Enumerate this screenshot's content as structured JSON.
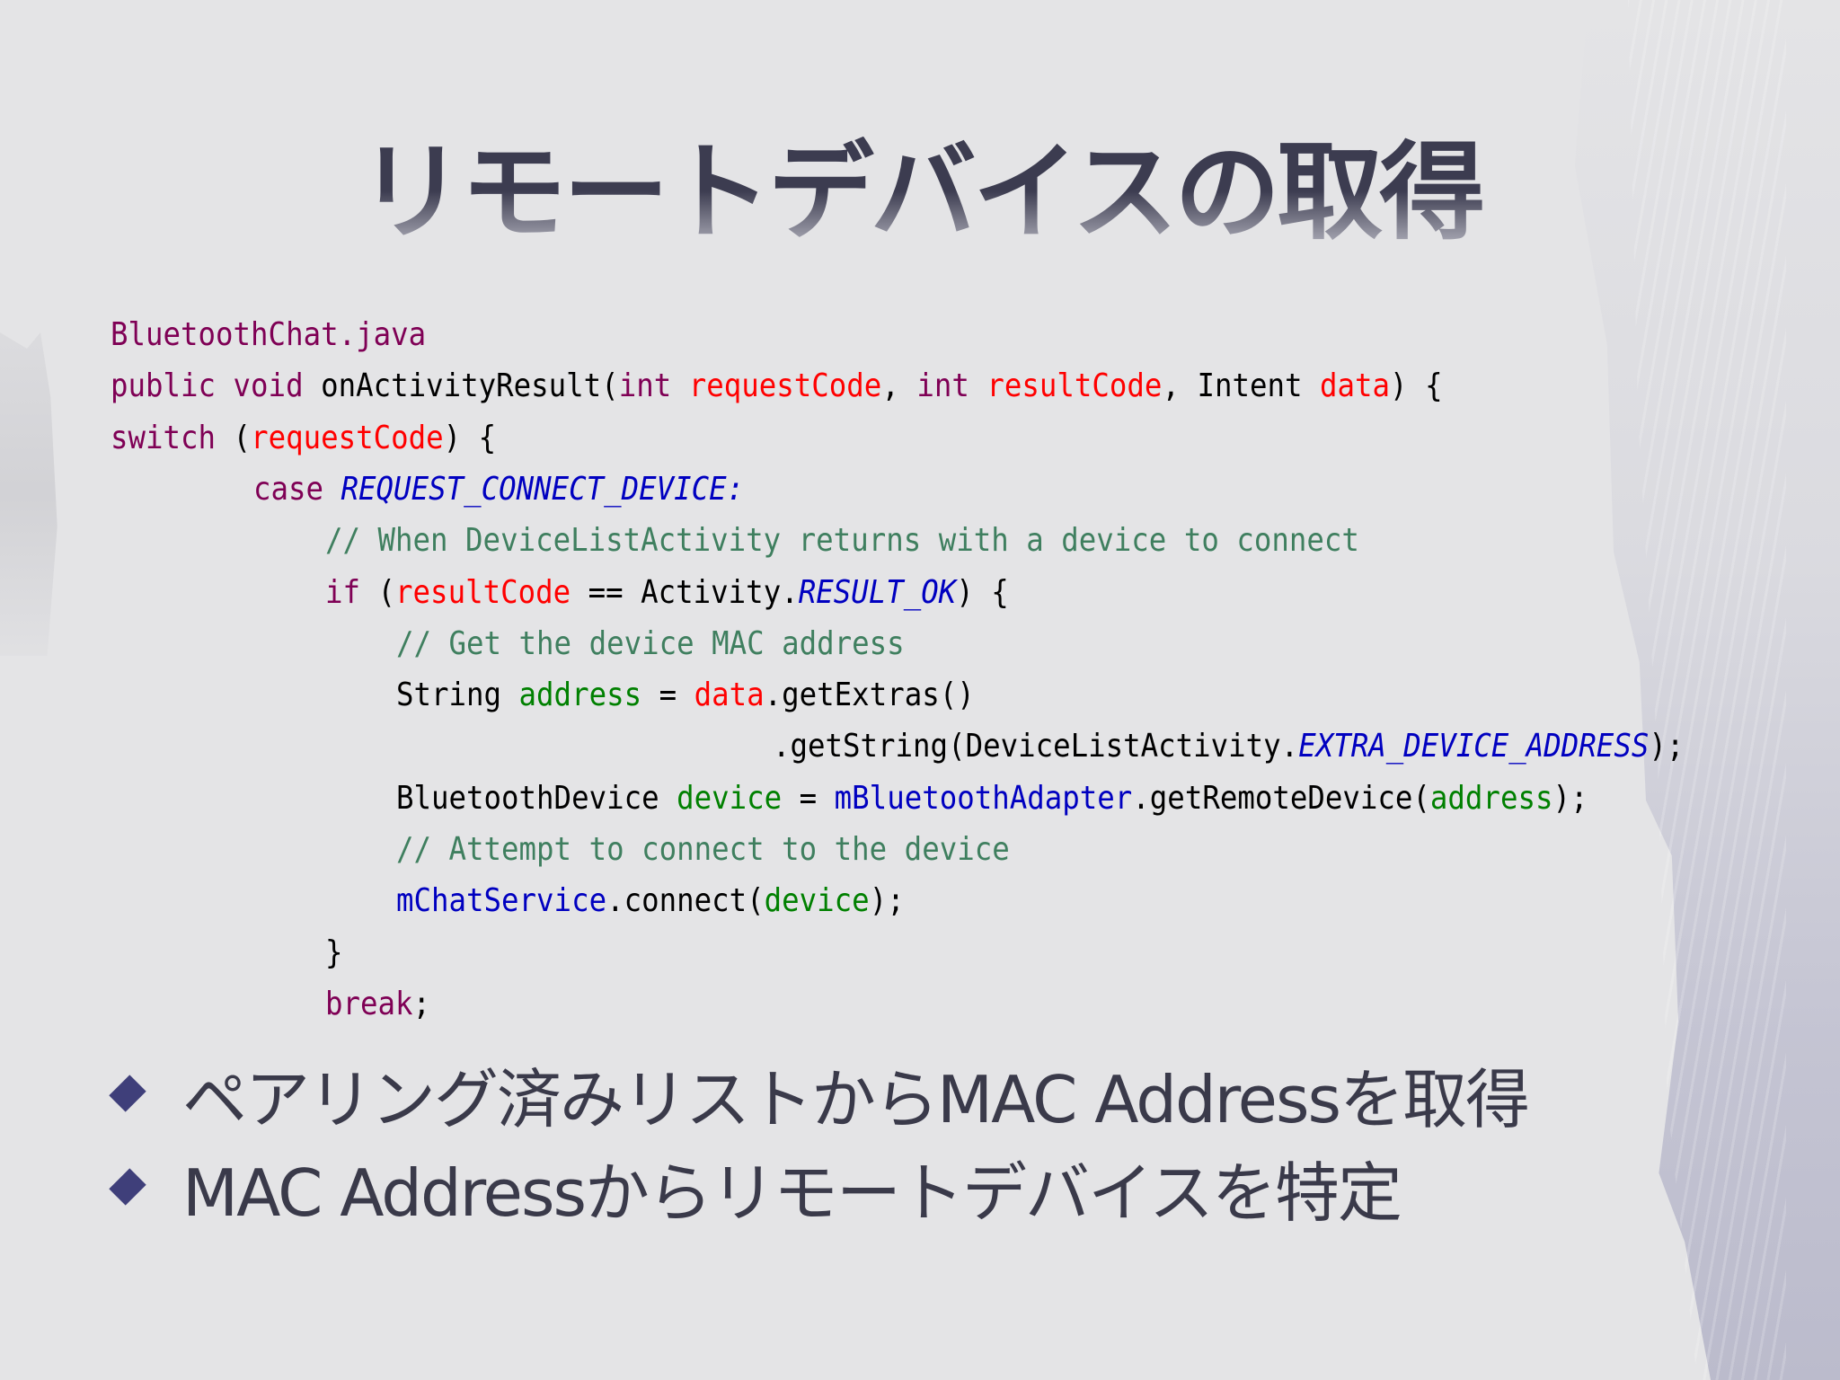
{
  "slide": {
    "title": "リモートデバイスの取得",
    "filename": "BluetoothChat.java",
    "code_lines": [
      {
        "indent": 123,
        "tokens": [
          {
            "t": "BluetoothChat.java",
            "c": "kw"
          }
        ]
      },
      {
        "indent": 123,
        "tokens": [
          {
            "t": "public void ",
            "c": "kw"
          },
          {
            "t": "onActivityResult(",
            "c": "fn"
          },
          {
            "t": "int ",
            "c": "kw"
          },
          {
            "t": "requestCode",
            "c": "var"
          },
          {
            "t": ", ",
            "c": "pl"
          },
          {
            "t": "int ",
            "c": "kw"
          },
          {
            "t": "resultCode",
            "c": "var"
          },
          {
            "t": ", Intent ",
            "c": "pl"
          },
          {
            "t": "data",
            "c": "var"
          },
          {
            "t": ") {",
            "c": "pl"
          }
        ]
      },
      {
        "indent": 123,
        "tokens": [
          {
            "t": "switch ",
            "c": "kw"
          },
          {
            "t": "(",
            "c": "pl"
          },
          {
            "t": "requestCode",
            "c": "var"
          },
          {
            "t": ") {",
            "c": "pl"
          }
        ]
      },
      {
        "indent": 282,
        "tokens": [
          {
            "t": "case ",
            "c": "kw"
          },
          {
            "t": "REQUEST_CONNECT_DEVICE:",
            "c": "cst"
          }
        ]
      },
      {
        "indent": 362,
        "tokens": [
          {
            "t": "// When DeviceListActivity returns with a device to connect",
            "c": "cm"
          }
        ]
      },
      {
        "indent": 362,
        "tokens": [
          {
            "t": "if ",
            "c": "kw"
          },
          {
            "t": "(",
            "c": "pl"
          },
          {
            "t": "resultCode",
            "c": "var"
          },
          {
            "t": " == Activity.",
            "c": "pl"
          },
          {
            "t": "RESULT_OK",
            "c": "cst"
          },
          {
            "t": ") {",
            "c": "pl"
          }
        ]
      },
      {
        "indent": 441,
        "tokens": [
          {
            "t": "// Get the device MAC address",
            "c": "cm"
          }
        ]
      },
      {
        "indent": 441,
        "tokens": [
          {
            "t": "String ",
            "c": "pl"
          },
          {
            "t": "address",
            "c": "loc"
          },
          {
            "t": " = ",
            "c": "pl"
          },
          {
            "t": "data",
            "c": "var"
          },
          {
            "t": ".getExtras()",
            "c": "pl"
          }
        ]
      },
      {
        "indent": 860,
        "tokens": [
          {
            "t": ".getString(DeviceListActivity.",
            "c": "pl"
          },
          {
            "t": "EXTRA_DEVICE_ADDRESS",
            "c": "cst"
          },
          {
            "t": ");",
            "c": "pl"
          }
        ]
      },
      {
        "indent": 441,
        "tokens": [
          {
            "t": "BluetoothDevice ",
            "c": "pl"
          },
          {
            "t": "device",
            "c": "loc"
          },
          {
            "t": " = ",
            "c": "pl"
          },
          {
            "t": "mBluetoothAdapter",
            "c": "fld"
          },
          {
            "t": ".getRemoteDevice(",
            "c": "pl"
          },
          {
            "t": "address",
            "c": "loc"
          },
          {
            "t": ");",
            "c": "pl"
          }
        ]
      },
      {
        "indent": 441,
        "tokens": [
          {
            "t": "// Attempt to connect to the device",
            "c": "cm"
          }
        ]
      },
      {
        "indent": 441,
        "tokens": [
          {
            "t": "mChatService",
            "c": "fld"
          },
          {
            "t": ".connect(",
            "c": "pl"
          },
          {
            "t": "device",
            "c": "loc"
          },
          {
            "t": ");",
            "c": "pl"
          }
        ]
      },
      {
        "indent": 362,
        "tokens": [
          {
            "t": "}",
            "c": "pl"
          }
        ]
      },
      {
        "indent": 362,
        "tokens": [
          {
            "t": "break",
            "c": "kw"
          },
          {
            "t": ";",
            "c": "pl"
          }
        ]
      }
    ],
    "bullets": [
      {
        "icon": "diamond-bullet-icon",
        "text": "ペアリング済みリストからMAC Addressを取得"
      },
      {
        "icon": "diamond-bullet-icon",
        "text": "MAC Addressからリモートデバイスを特定"
      }
    ],
    "colors": {
      "background": "#e4e4e6",
      "title": "#3c3c50",
      "keyword": "#7f0055",
      "variable": "#ff0000",
      "comment": "#3f7f5f",
      "constant": "#0000c0",
      "local": "#008000",
      "bullet": "#3f3f7a"
    }
  }
}
